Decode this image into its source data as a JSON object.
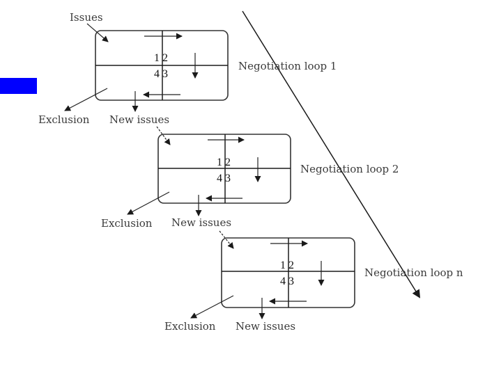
{
  "labels": {
    "issues": "Issues",
    "loop1": "Negotiation loop 1",
    "loop2": "Negotiation loop 2",
    "loopn": "Negotiation loop n",
    "exclusion": "Exclusion",
    "new_issues": "New issues"
  },
  "quadrants": {
    "top_row": "1 2",
    "bottom_row": "4 3"
  },
  "colors": {
    "marker": "#0000ff",
    "lines": "#1a1a1a"
  }
}
